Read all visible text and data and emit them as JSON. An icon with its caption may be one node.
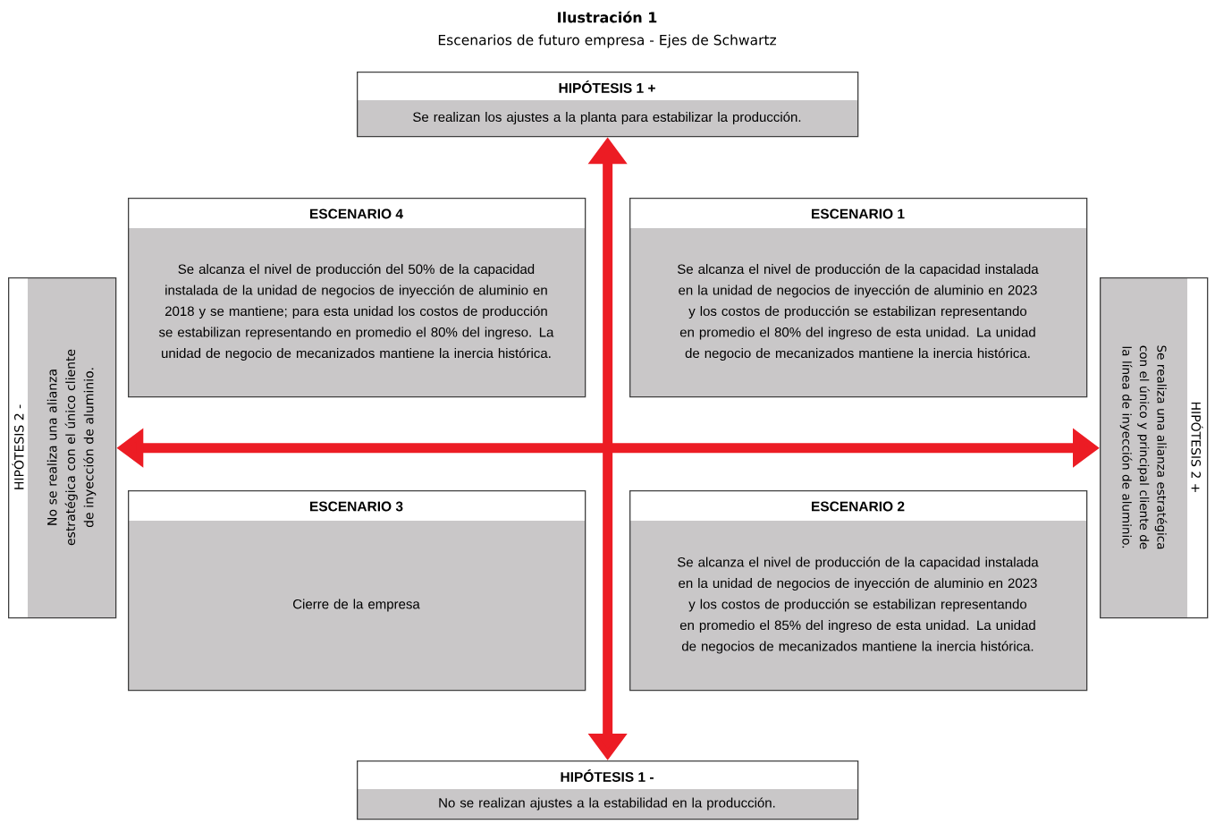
{
  "diagram": {
    "title": "Ilustración 1",
    "caption": "Escenarios de futuro empresa - Ejes de Schwartz",
    "nodes": [
      {
        "text": [
          "HIPÓTESIS 1 +",
          "Se realizan los ajustes a la planta para estabilizar la producción."
        ]
      },
      {
        "text": [
          "ESCENARIO 4",
          "Se alcanza el nivel de producción del 50% de la capacidad instalada de la unidad de negocios de inyección de aluminio en 2018 y se mantiene; para esta unidad los costos de producción se estabilizan representando en promedio el 80% del ingreso. La unidad de negocio de mecanizados mantiene la inercia histórica."
        ]
      },
      {
        "text": [
          "ESCENARIO 1",
          "Se alcanza el nivel de producción de la capacidad instalada en la unidad de negocios de inyección de aluminio en 2023 y los costos de producción se estabilizan representando en promedio el 80% del ingreso de esta unidad. La unidad de negocio de mecanizados mantiene la inercia histórica."
        ]
      },
      {
        "text": [
          "HIPÓTESIS 2 -",
          "No se realiza una alianza estratégica con el único cliente de inyección de aluminio."
        ]
      },
      {
        "text": [
          "HIPÓTESIS 2 +",
          "Se realiza una alianza estratégica con el único y principal cliente de la línea de inyección de aluminio."
        ]
      },
      {
        "text": [
          "ESCENARIO 3",
          "Cierre de la empresa"
        ]
      },
      {
        "text": [
          "ESCENARIO 2",
          "Se alcanza el nivel de producción de la capacidad instalada en la unidad de negocios de inyección de aluminio en 2023 y los costos de producción se estabilizan representando en promedio el 85% del ingreso de esta unidad. La unidad de negocios de mecanizados mantiene la inercia histórica."
        ]
      },
      {
        "text": [
          "HIPÓTESIS 1 -",
          "No se realizan ajustes a la estabilidad en la producción."
        ]
      }
    ],
    "edges": [
      {
        "from": 0,
        "to": 7,
        "arrow": "both",
        "color": "#ec1c24"
      },
      {
        "from": 3,
        "to": 4,
        "arrow": "both",
        "color": "#ec1c24"
      }
    ]
  }
}
